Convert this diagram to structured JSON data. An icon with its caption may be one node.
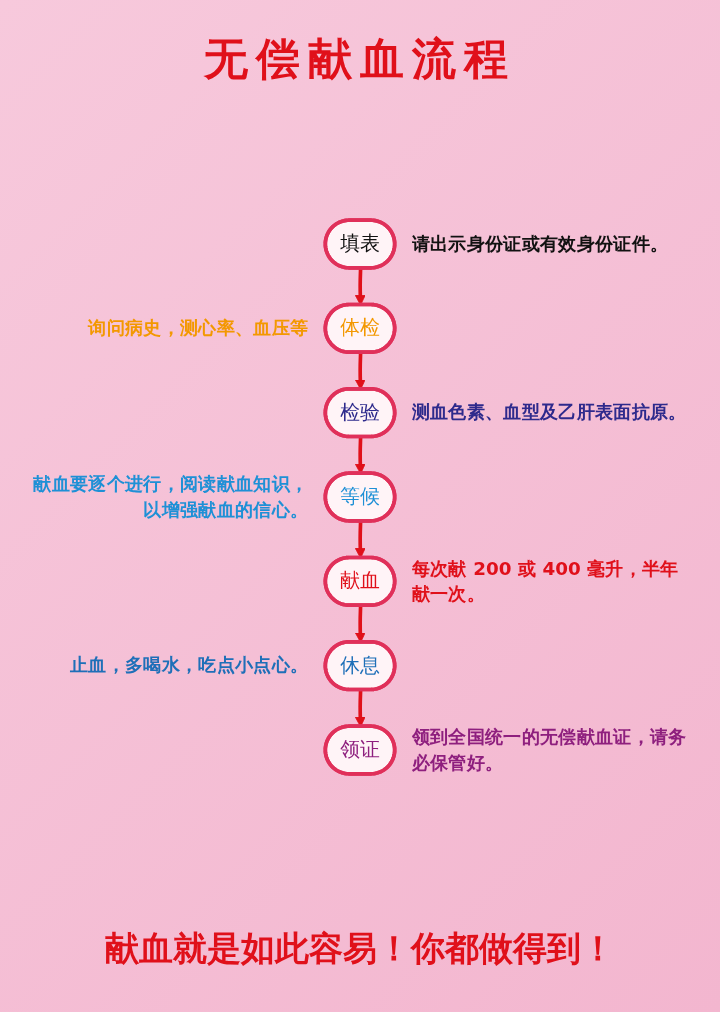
{
  "diagram": {
    "title": "无偿献血流程",
    "caption": "献血就是如此容易！你都做得到！",
    "nodes": [
      {
        "text": [
          "填表"
        ],
        "beside": [
          "请出示身份证或有效身份证件。"
        ]
      },
      {
        "text": [
          "体检"
        ],
        "beside": [
          "询问病史，测心率、血压等"
        ]
      },
      {
        "text": [
          "检验"
        ],
        "beside": [
          "测血色素、血型及乙肝表面抗原。"
        ]
      },
      {
        "text": [
          "等候"
        ],
        "beside": [
          "献血要逐个进行，阅读献血知识，以增强献血的信心。"
        ]
      },
      {
        "text": [
          "献血"
        ],
        "beside": [
          "每次献 200 或 400 毫升，半年献一次。"
        ]
      },
      {
        "text": [
          "休息"
        ],
        "beside": [
          "止血，多喝水，吃点小点心。"
        ]
      },
      {
        "text": [
          "领证"
        ],
        "beside": [
          "领到全国统一的无偿献血证，请务必保管好。"
        ]
      }
    ],
    "edges": [
      {
        "from": 0,
        "to": 1,
        "arrow": "to"
      },
      {
        "from": 1,
        "to": 2,
        "arrow": "to"
      },
      {
        "from": 2,
        "to": 3,
        "arrow": "to"
      },
      {
        "from": 3,
        "to": 4,
        "arrow": "to"
      },
      {
        "from": 4,
        "to": 5,
        "arrow": "to"
      },
      {
        "from": 5,
        "to": 6,
        "arrow": "to"
      }
    ]
  }
}
